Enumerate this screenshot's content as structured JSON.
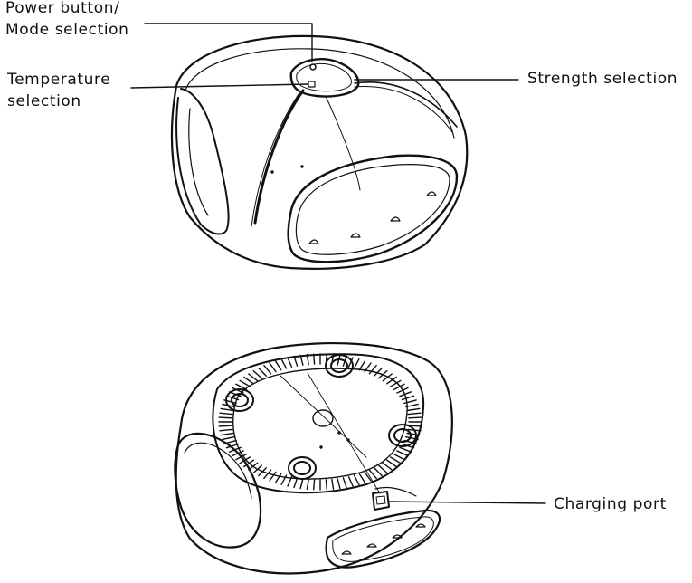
{
  "labels": {
    "power": {
      "line1": "Power button/",
      "line2": "Mode selection"
    },
    "temperature": {
      "line1": "Temperature",
      "line2": "selection"
    },
    "strength": "Strength selection",
    "charging": "Charging port"
  },
  "colors": {
    "line": "#111111",
    "background": "#ffffff"
  }
}
